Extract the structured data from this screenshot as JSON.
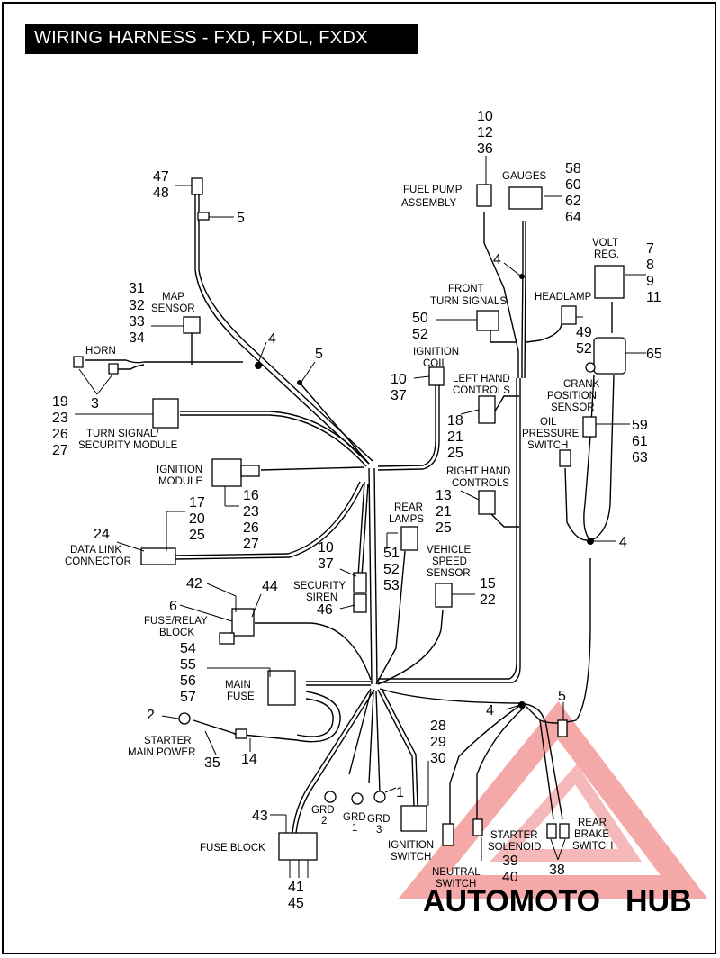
{
  "title": "WIRING HARNESS - FXD, FXDL, FXDX",
  "watermark": {
    "text_left": "AUTOMOTO",
    "text_right": "HUB",
    "color_left": "#f5c542",
    "color_right": "#8a8a8a",
    "triangle_color": "#e23b3b"
  },
  "labels": {
    "horn": "HORN",
    "map_sensor": [
      "MAP",
      "SENSOR"
    ],
    "turn_signal_module": [
      "TURN SIGNAL/",
      "SECURITY MODULE"
    ],
    "ignition_module": [
      "IGNITION",
      "MODULE"
    ],
    "data_link_connector": [
      "DATA LINK",
      "CONNECTOR"
    ],
    "fuse_relay_block": [
      "FUSE/RELAY",
      "BLOCK"
    ],
    "main_fuse": [
      "MAIN",
      "FUSE"
    ],
    "starter_main_power": [
      "STARTER",
      "MAIN POWER"
    ],
    "fuse_block": "FUSE BLOCK",
    "grd2": [
      "GRD",
      "2"
    ],
    "grd1": [
      "GRD",
      "1"
    ],
    "grd3": [
      "GRD",
      "3"
    ],
    "ignition_switch": [
      "IGNITION",
      "SWITCH"
    ],
    "neutral_switch": [
      "NEUTRAL",
      "SWITCH"
    ],
    "starter_solenoid": [
      "STARTER",
      "SOLENOID"
    ],
    "rear_brake_switch": [
      "REAR",
      "BRAKE",
      "SWITCH"
    ],
    "security_siren": [
      "SECURITY",
      "SIREN"
    ],
    "rear_lamps": [
      "REAR",
      "LAMPS"
    ],
    "vehicle_speed_sensor": [
      "VEHICLE",
      "SPEED",
      "SENSOR"
    ],
    "right_hand_controls": [
      "RIGHT HAND",
      "CONTROLS"
    ],
    "left_hand_controls": [
      "LEFT HAND",
      "CONTROLS"
    ],
    "ignition_coil": [
      "IGNITION",
      "COIL"
    ],
    "front_turn_signals": [
      "FRONT",
      "TURN SIGNALS"
    ],
    "fuel_pump_assembly": [
      "FUEL PUMP",
      "ASSEMBLY"
    ],
    "gauges": "GAUGES",
    "headlamp": "HEADLAMP",
    "volt_reg": [
      "VOLT",
      "REG."
    ],
    "crank_position_sensor": [
      "CRANK",
      "POSITION",
      "SENSOR"
    ],
    "oil_pressure_switch": [
      "OIL",
      "PRESSURE",
      "SWITCH"
    ]
  },
  "callouts": {
    "c47_48": [
      "47",
      "48"
    ],
    "c5a": "5",
    "c31_34": [
      "31",
      "32",
      "33",
      "34"
    ],
    "c4a": "4",
    "c5b": "5",
    "c3": "3",
    "c19_27": [
      "19",
      "23",
      "26",
      "27"
    ],
    "c16_27": [
      "16",
      "23",
      "26",
      "27"
    ],
    "c17_25": [
      "17",
      "20",
      "25"
    ],
    "c24": "24",
    "c10_37a": [
      "10",
      "37"
    ],
    "c46": "46",
    "c42": "42",
    "c44": "44",
    "c6": "6",
    "c54_57": [
      "54",
      "55",
      "56",
      "57"
    ],
    "c2": "2",
    "c35": "35",
    "c14": "14",
    "c43": "43",
    "c41_45": [
      "41",
      "45"
    ],
    "c1": "1",
    "c28_30": [
      "28",
      "29",
      "30"
    ],
    "c39_40": [
      "39",
      "40"
    ],
    "c38": "38",
    "c4b": "4",
    "c5c": "5",
    "c51_53": [
      "51",
      "52",
      "53"
    ],
    "c15_22": [
      "15",
      "22"
    ],
    "c13_25": [
      "13",
      "21",
      "25"
    ],
    "c18_25": [
      "18",
      "21",
      "25"
    ],
    "c10_37b": [
      "10",
      "37"
    ],
    "c50_52": [
      "50",
      "52"
    ],
    "c10_36": [
      "10",
      "12",
      "36"
    ],
    "c58_64": [
      "58",
      "60",
      "62",
      "64"
    ],
    "c4c": "4",
    "c7_11": [
      "7",
      "8",
      "9",
      "11"
    ],
    "c49_52": [
      "49",
      "52"
    ],
    "c65": "65",
    "c59_63": [
      "59",
      "61",
      "63"
    ],
    "c4d": "4"
  }
}
